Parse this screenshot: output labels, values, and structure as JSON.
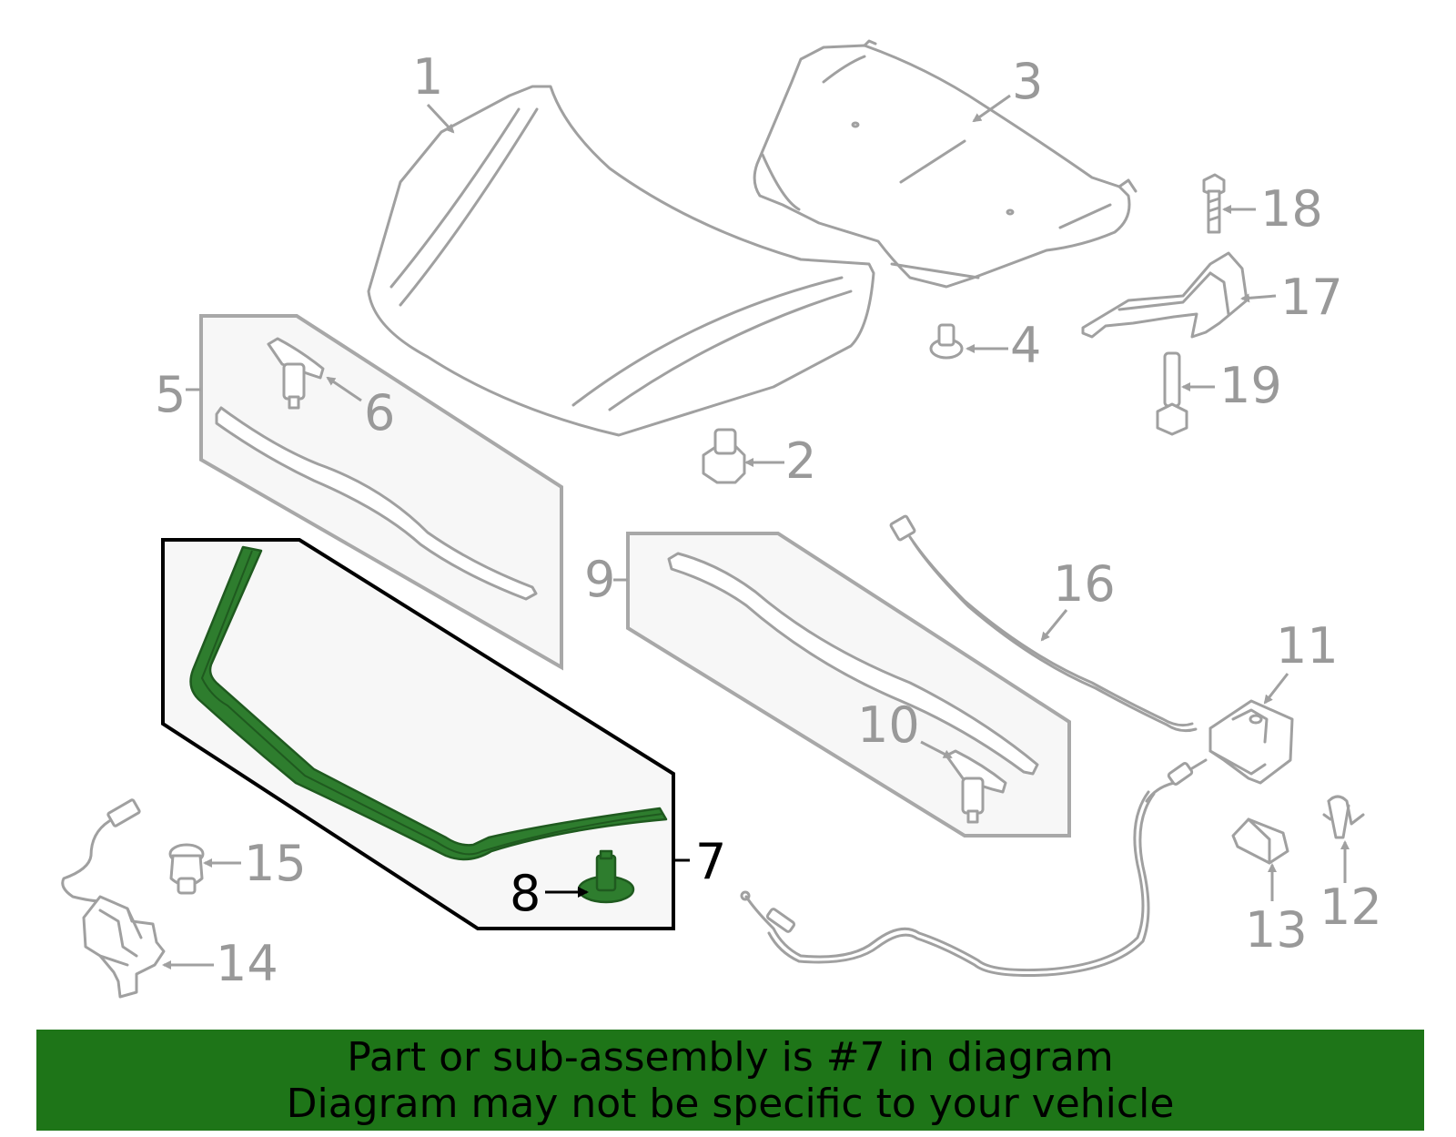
{
  "colors": {
    "highlight": "#2e7d2e",
    "banner": "#1e7518",
    "part_line": "#a0a0a0",
    "label_gray": "#999999"
  },
  "callouts": {
    "c1": "1",
    "c2": "2",
    "c3": "3",
    "c4": "4",
    "c5": "5",
    "c6": "6",
    "c7": "7",
    "c8": "8",
    "c9": "9",
    "c10": "10",
    "c11": "11",
    "c12": "12",
    "c13": "13",
    "c14": "14",
    "c15": "15",
    "c16": "16",
    "c17": "17",
    "c18": "18",
    "c19": "19"
  },
  "highlighted_callouts": [
    "7",
    "8"
  ],
  "banner": {
    "line1": "Part or sub-assembly is #7 in diagram",
    "line2": "Diagram may not be specific to your vehicle"
  }
}
